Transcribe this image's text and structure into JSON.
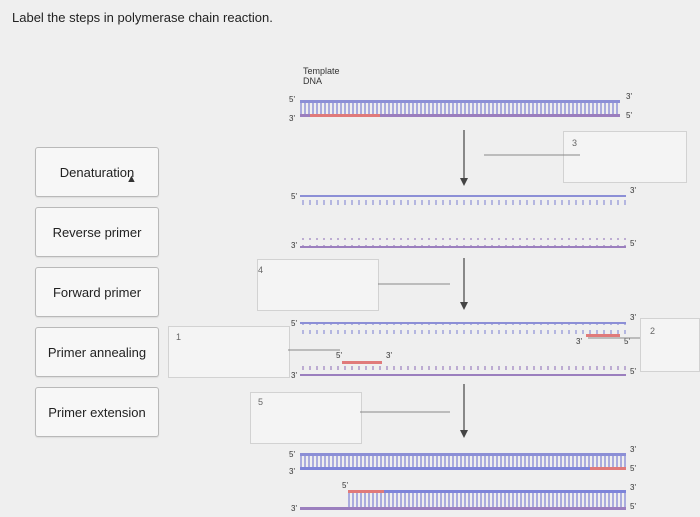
{
  "question": "Label the steps in polymerase chain reaction.",
  "labels": [
    "Denaturation",
    "Reverse primer",
    "Forward primer",
    "Primer annealing",
    "Primer extension"
  ],
  "drop_numbers": {
    "n1": "1",
    "n2": "2",
    "n3": "3",
    "n4": "4",
    "n5": "5"
  },
  "diagram": {
    "template_title_line1": "Template",
    "template_title_line2": "DNA",
    "end5": "5'",
    "end3": "3'"
  },
  "colors": {
    "strand_top": "#8c8fd6",
    "strand_bottom": "#9b7fbe",
    "primer": "#e07a7a",
    "new_strand": "#7d84d9"
  }
}
